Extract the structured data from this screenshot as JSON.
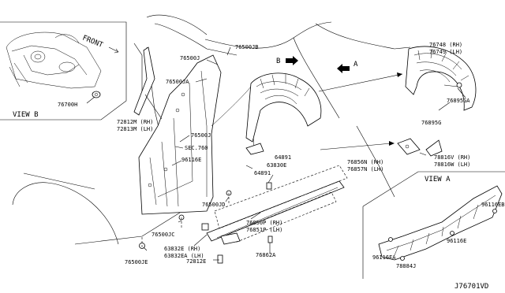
{
  "inset_b": {
    "caption": "VIEW B",
    "front_label": "FRONT",
    "part": "76700H"
  },
  "inset_a": {
    "caption": "VIEW A",
    "parts": [
      "96116EB",
      "96116E",
      "96116EA",
      "78884J"
    ]
  },
  "arrows": {
    "b": "B",
    "a": "A"
  },
  "diagram_code": "J76701VD",
  "labels": {
    "p76500JB": "76500JB",
    "p76500J_top": "76500J",
    "p76500JA": "76500JA",
    "p72812M": "72812M (RH)",
    "p72813M": "72813M (LH)",
    "p76500J_mid": "76500J",
    "sec760": "SEC.760",
    "p96116E": "96116E",
    "p76748": "76748 (RH)",
    "p76749": "76749 (LH)",
    "p76895GA": "76895GA",
    "p76895G": "76895G",
    "p64891_a": "64891",
    "p63830E": "63830E",
    "p64891_b": "64891",
    "p76856N": "76856N (RH)",
    "p76857N": "76857N (LH)",
    "p78816V": "78816V (RH)",
    "p78816W": "78816W (LH)",
    "p76500JD": "76500JD",
    "p76500JC": "76500JC",
    "p63832E": "63832E (RH)",
    "p63832EA": "63832EA (LH)",
    "p76500JE": "76500JE",
    "p72812E": "72812E",
    "p76850P": "76850P (RH)",
    "p76851P": "76851P (LH)",
    "p76862A": "76862A"
  }
}
